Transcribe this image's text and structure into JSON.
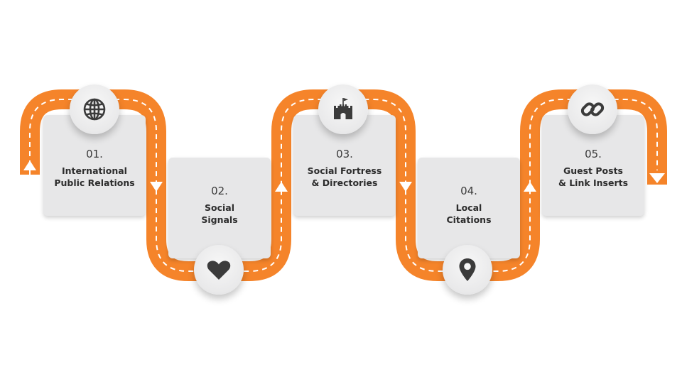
{
  "steps": [
    {
      "number": "01.",
      "title_lines": [
        "International",
        "Public Relations"
      ],
      "icon": "globe-icon"
    },
    {
      "number": "02.",
      "title_lines": [
        "Social",
        "Signals"
      ],
      "icon": "heart-icon"
    },
    {
      "number": "03.",
      "title_lines": [
        "Social Fortress",
        "& Directories"
      ],
      "icon": "castle-icon"
    },
    {
      "number": "04.",
      "title_lines": [
        "Local",
        "Citations"
      ],
      "icon": "map-pin-icon"
    },
    {
      "number": "05.",
      "title_lines": [
        "Guest Posts",
        "& Link Inserts"
      ],
      "icon": "link-icon"
    }
  ],
  "colors": {
    "path": "#f5842a",
    "dash": "#ffffff",
    "card": "#e7e7e8",
    "icon": "#3b3b3b"
  }
}
